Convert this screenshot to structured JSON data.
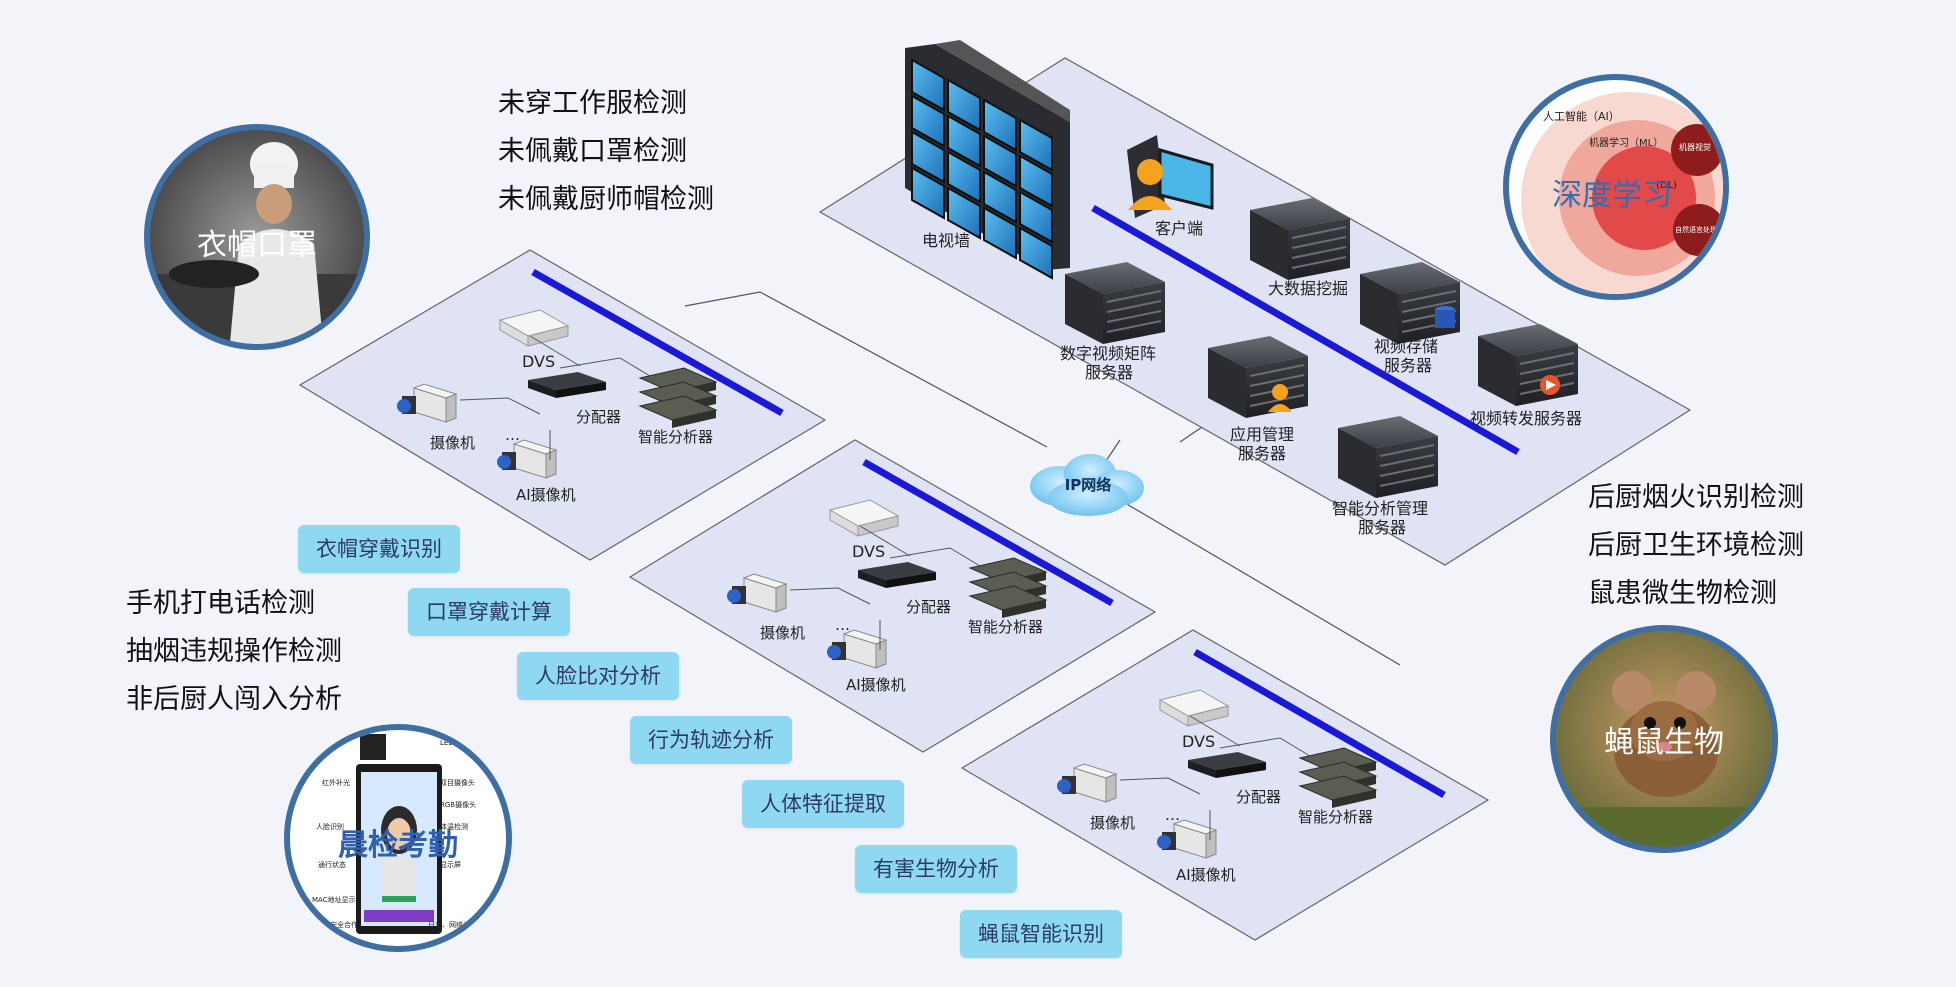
{
  "detections_top": [
    "未穿工作服检测",
    "未佩戴口罩检测",
    "未佩戴厨师帽检测"
  ],
  "detections_left": [
    "手机打电话检测",
    "抽烟违规操作检测",
    "非后厨人闯入分析"
  ],
  "detections_right": [
    "后厨烟火识别检测",
    "后厨卫生环境检测",
    "鼠患微生物检测"
  ],
  "analysis_pills": [
    "衣帽穿戴识别",
    "口罩穿戴计算",
    "人脸比对分析",
    "行为轨迹分析",
    "人体特征提取",
    "有害生物分析",
    "蝇鼠智能识别"
  ],
  "circles": {
    "chef": "衣帽口罩",
    "deep_learning": "深度学习",
    "attendance": "晨检考勤",
    "rodent": "蝇鼠生物"
  },
  "deep_learning_rings": {
    "ai": "人工智能（AI）",
    "ml": "机器学习（ML）",
    "dl": "(DL)",
    "cv": "机器视觉（CV）",
    "nlp": "自然语言处理（NLP）"
  },
  "attendance_callouts": [
    "LED补光灯",
    "双目摄像头",
    "红外补光",
    "RGB摄像头",
    "人脸识别",
    "体温检测",
    "通行状态",
    "显示屏",
    "MAC地址显示",
    "安全合作",
    "日志、网络设备管理"
  ],
  "network": {
    "ip_network": "IP网络",
    "center_devices": {
      "tv_wall": "电视墙",
      "client": "客户端",
      "big_data": "大数据挖掘",
      "matrix_server": "数字视频矩阵服务器",
      "storage_server": "视频存储服务器",
      "app_server": "应用管理服务器",
      "forward_server": "视频转发服务器",
      "analysis_mgmt_server": "智能分析管理服务器"
    },
    "site_devices": {
      "dvs": "DVS",
      "splitter": "分配器",
      "camera": "摄像机",
      "ai_camera": "AI摄像机",
      "analyzer": "智能分析器",
      "ellipsis": "…"
    }
  },
  "colors": {
    "panel_fill": "#dfe3f4",
    "bus_line": "#1a1ad6",
    "pill_bg": "#8fd8f2",
    "circle_border": "#3f6fa2",
    "dl_text": "#2f6db8"
  }
}
